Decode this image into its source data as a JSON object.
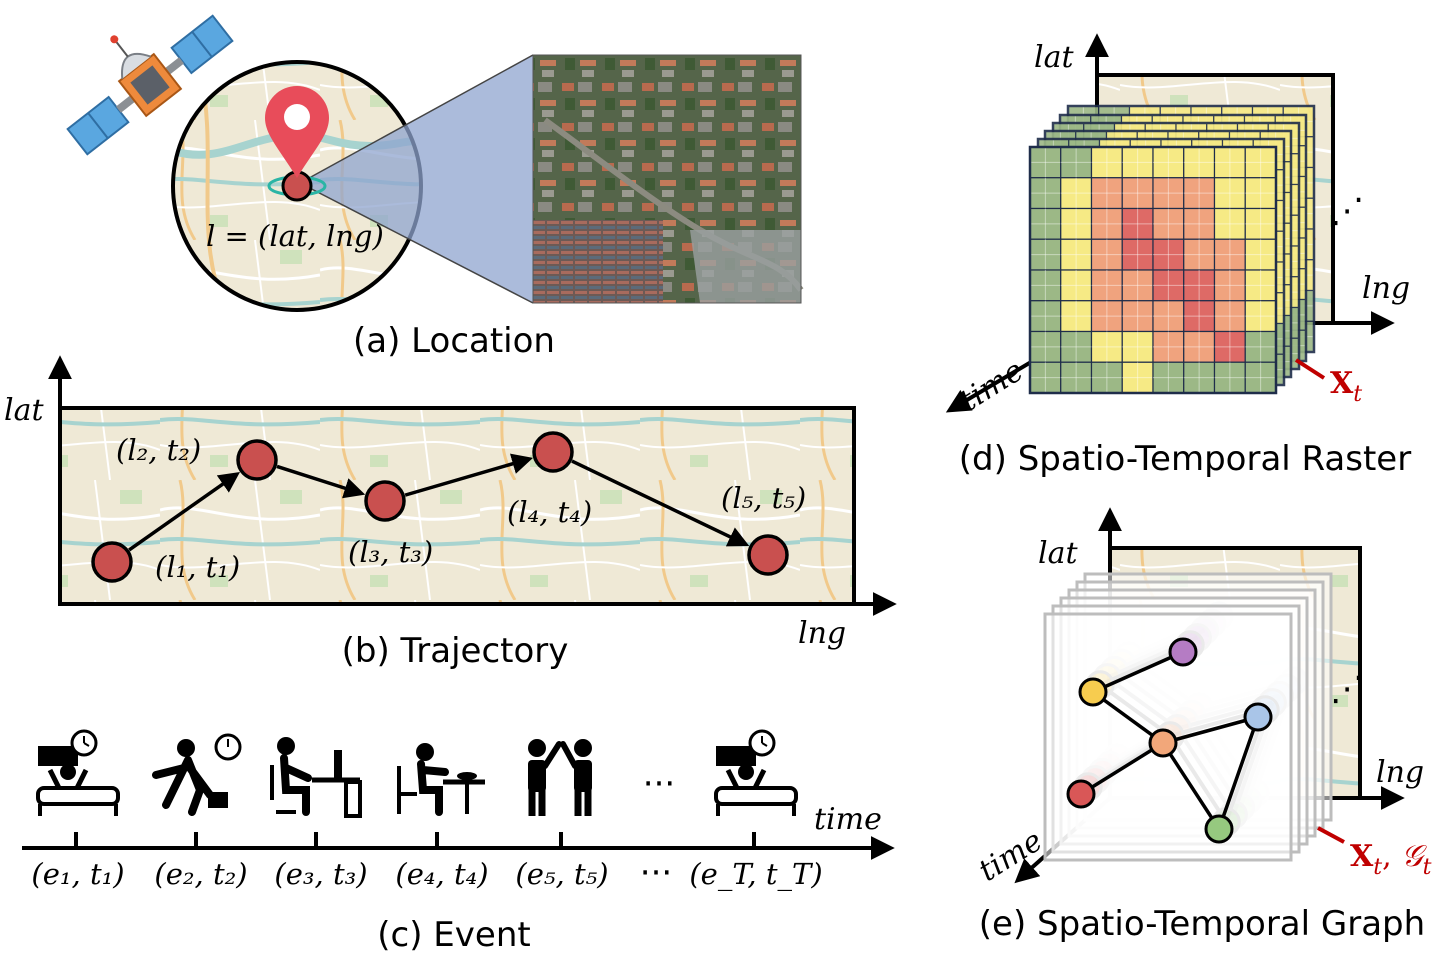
{
  "panel_a": {
    "caption": "(a) Location",
    "formula": "l = (lat, lng)"
  },
  "panel_b": {
    "caption": "(b) Trajectory",
    "axis_y": "lat",
    "axis_x": "lng",
    "points": [
      {
        "label": "(l₁, t₁)"
      },
      {
        "label": "(l₂, t₂)"
      },
      {
        "label": "(l₃, t₃)"
      },
      {
        "label": "(l₄, t₄)"
      },
      {
        "label": "(l₅, t₅)"
      }
    ]
  },
  "panel_c": {
    "caption": "(c) Event",
    "axis_label": "time",
    "ellipsis_icons": "···",
    "ellipsis_labels": "···",
    "events": [
      {
        "label": "(e₁, t₁)",
        "icon": "sleeping-in-bed-icon"
      },
      {
        "label": "(e₂, t₂)",
        "icon": "commuting-person-icon"
      },
      {
        "label": "(e₃, t₃)",
        "icon": "working-at-desk-icon"
      },
      {
        "label": "(e₄, t₄)",
        "icon": "dining-at-table-icon"
      },
      {
        "label": "(e₅, t₅)",
        "icon": "meeting-people-icon"
      },
      {
        "label": "(e_T, t_T)",
        "icon": "sleeping-in-bed-icon"
      }
    ]
  },
  "panel_d": {
    "caption": "(d) Spatio-Temporal Raster",
    "axis_lat": "lat",
    "axis_lng": "lng",
    "axis_time": "time",
    "tensor_label": "X",
    "tensor_sub": "t",
    "colors": {
      "low": "#9cb886",
      "mid": "#f6ea85",
      "high": "#f0a37e",
      "peak": "#de6a66"
    },
    "grid": [
      [
        0,
        0,
        1,
        1,
        1,
        1,
        1,
        1
      ],
      [
        0,
        1,
        2,
        2,
        2,
        2,
        1,
        1
      ],
      [
        0,
        1,
        2,
        3,
        2,
        2,
        1,
        1
      ],
      [
        0,
        1,
        2,
        3,
        3,
        2,
        2,
        1
      ],
      [
        0,
        1,
        2,
        2,
        3,
        3,
        2,
        1
      ],
      [
        0,
        1,
        2,
        2,
        2,
        3,
        2,
        1
      ],
      [
        0,
        0,
        1,
        1,
        2,
        2,
        3,
        0
      ],
      [
        0,
        0,
        0,
        1,
        0,
        0,
        0,
        0
      ]
    ]
  },
  "panel_e": {
    "caption": "(e) Spatio-Temporal Graph",
    "axis_lat": "lat",
    "axis_lng": "lng",
    "axis_time": "time",
    "tensor_label": "X",
    "tensor_sub": "t",
    "graph_label": "𝒢",
    "graph_sub": "t",
    "node_colors": [
      "#f7cc4f",
      "#b57cc4",
      "#f2a77a",
      "#a9c5e8",
      "#d95757",
      "#96c97f"
    ]
  }
}
